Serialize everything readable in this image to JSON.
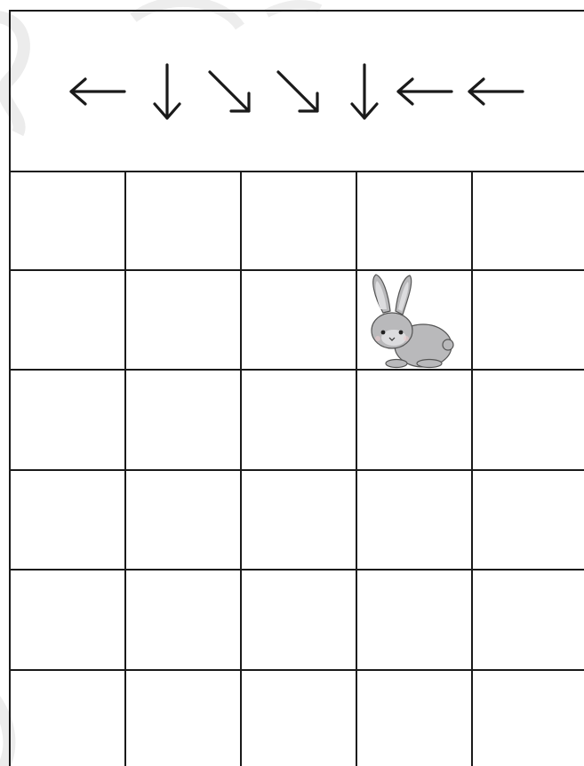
{
  "instructions": {
    "arrows": [
      "left",
      "down",
      "down-right",
      "down-right",
      "down",
      "left",
      "left"
    ]
  },
  "grid": {
    "columns": 5,
    "rows": 6,
    "rabbit": {
      "row": 2,
      "col": 4
    }
  },
  "colors": {
    "grid_line": "#1a1a1a",
    "rabbit_fur": "#b9b9bb",
    "rabbit_light": "#dcdcde",
    "watermark": "#e6e6e6"
  },
  "icons": {
    "rabbit": "rabbit-icon"
  }
}
